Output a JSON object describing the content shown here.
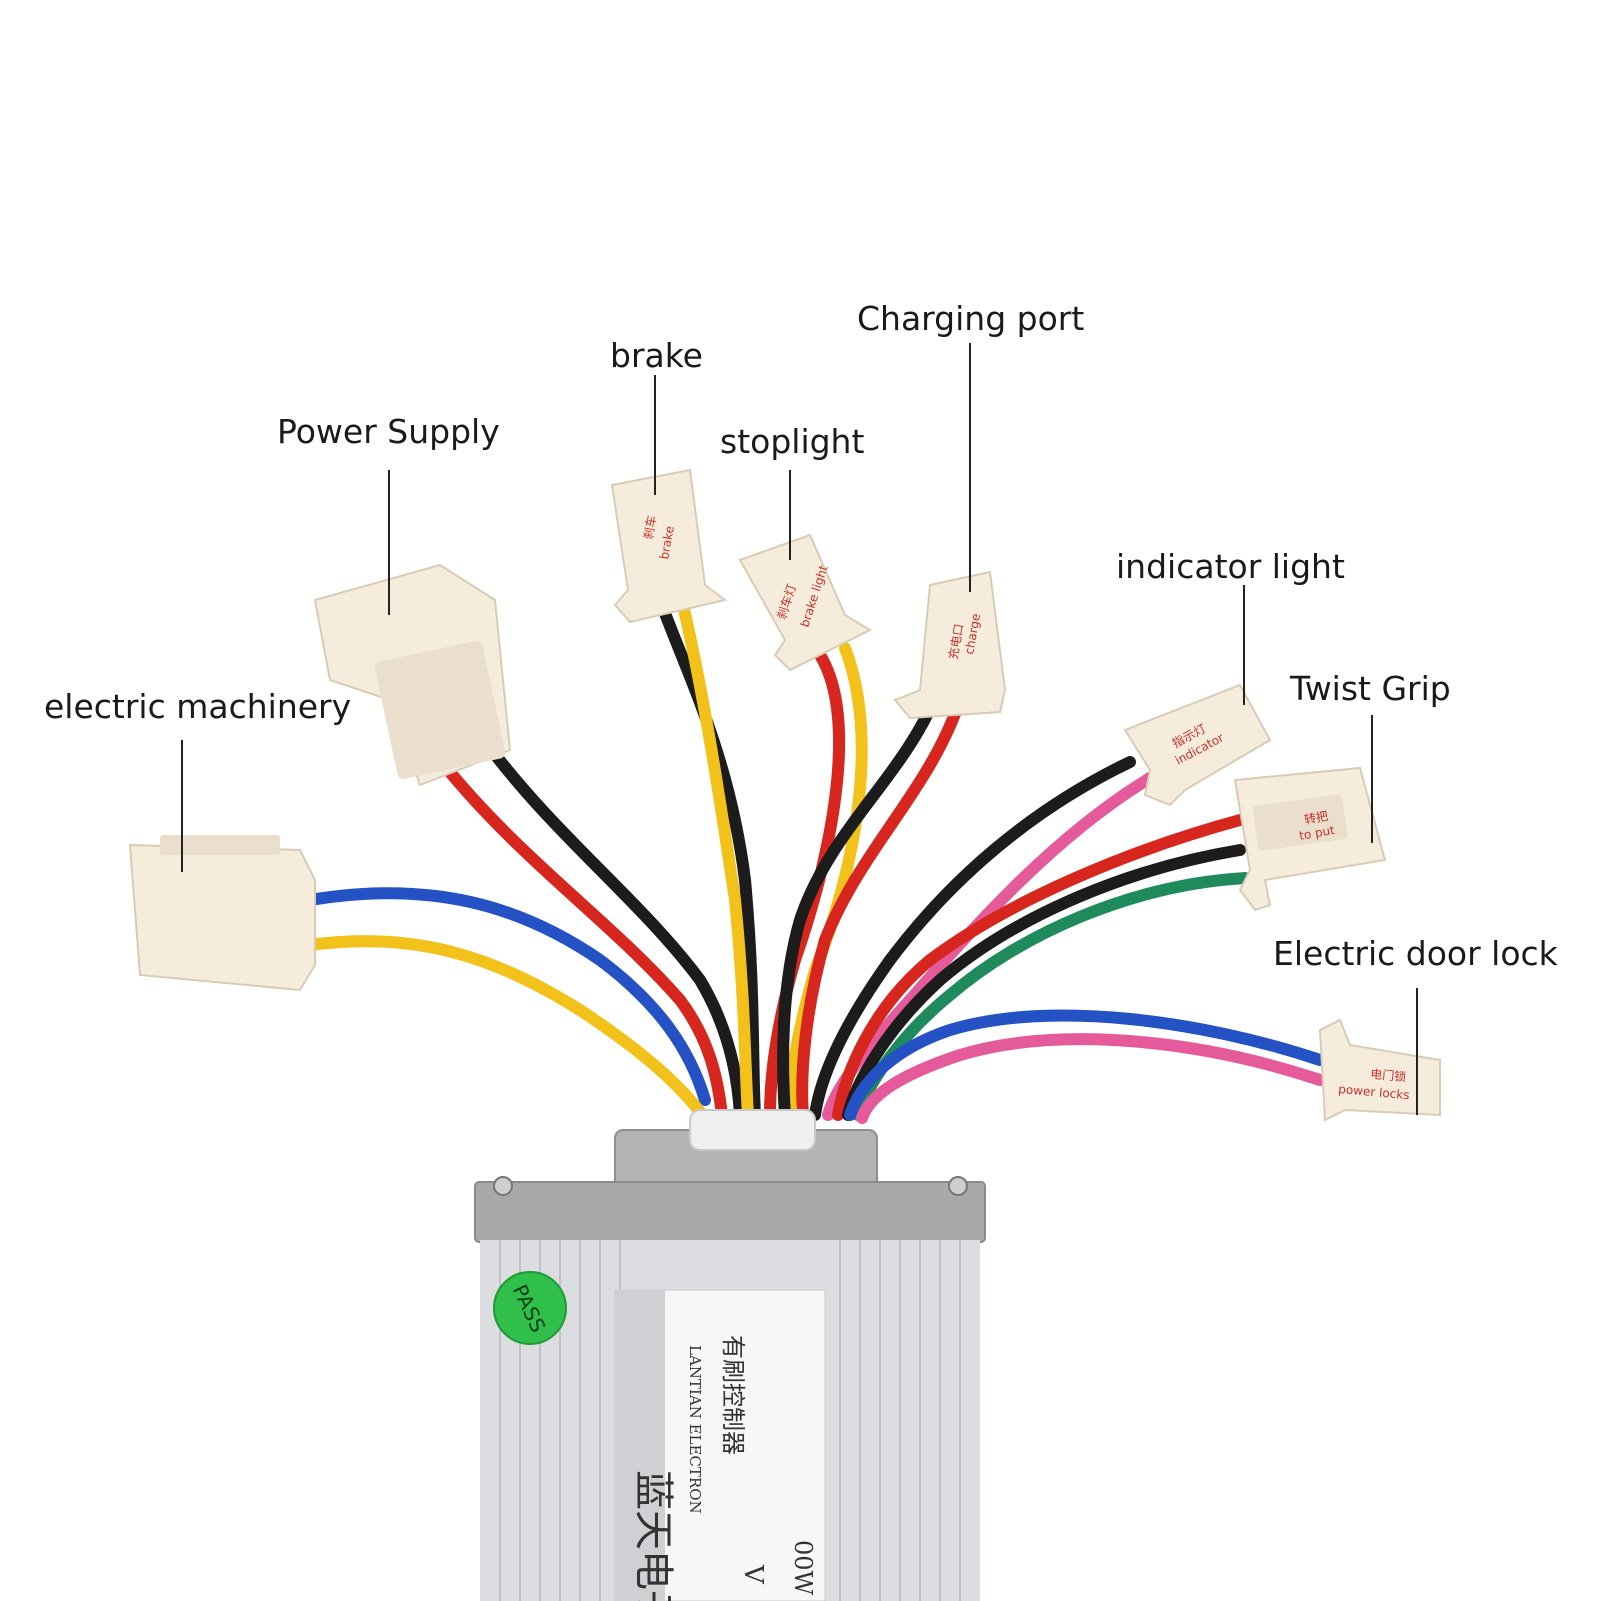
{
  "callouts": {
    "electric_machinery": "electric machinery",
    "power_supply": "Power Supply",
    "brake": "brake",
    "stoplight": "stoplight",
    "charging_port": "Charging port",
    "indicator_light": "indicator light",
    "twist_grip": "Twist Grip",
    "electric_door_lock": "Electric door lock"
  },
  "connector_tags": {
    "brake": [
      "刹车",
      "brake"
    ],
    "stoplight": [
      "刹车灯",
      "brake light"
    ],
    "charge": [
      "充电口",
      "charge"
    ],
    "indicator": [
      "指示灯",
      "indicator"
    ],
    "twist_grip": [
      "转把",
      "to put"
    ],
    "power_locks": [
      "电门锁",
      "power locks"
    ]
  },
  "controller": {
    "pass_sticker": "PASS",
    "brand_cn": "蓝天电子",
    "brand_en": "LANTIAN ELECTRON",
    "product_cn": "有刷控制器",
    "voltage": "V",
    "power": "00W"
  },
  "colors": {
    "wire_black": "#1c1c1c",
    "wire_red": "#d7261e",
    "wire_yellow": "#f2c21b",
    "wire_blue": "#2452c4",
    "wire_green": "#1f8a5c",
    "wire_pink": "#e45a9b",
    "connector": "#f5ecdc",
    "housing": "#d9dadc",
    "end_cap": "#a9a9a9",
    "pass_green": "#2fbf4a"
  }
}
